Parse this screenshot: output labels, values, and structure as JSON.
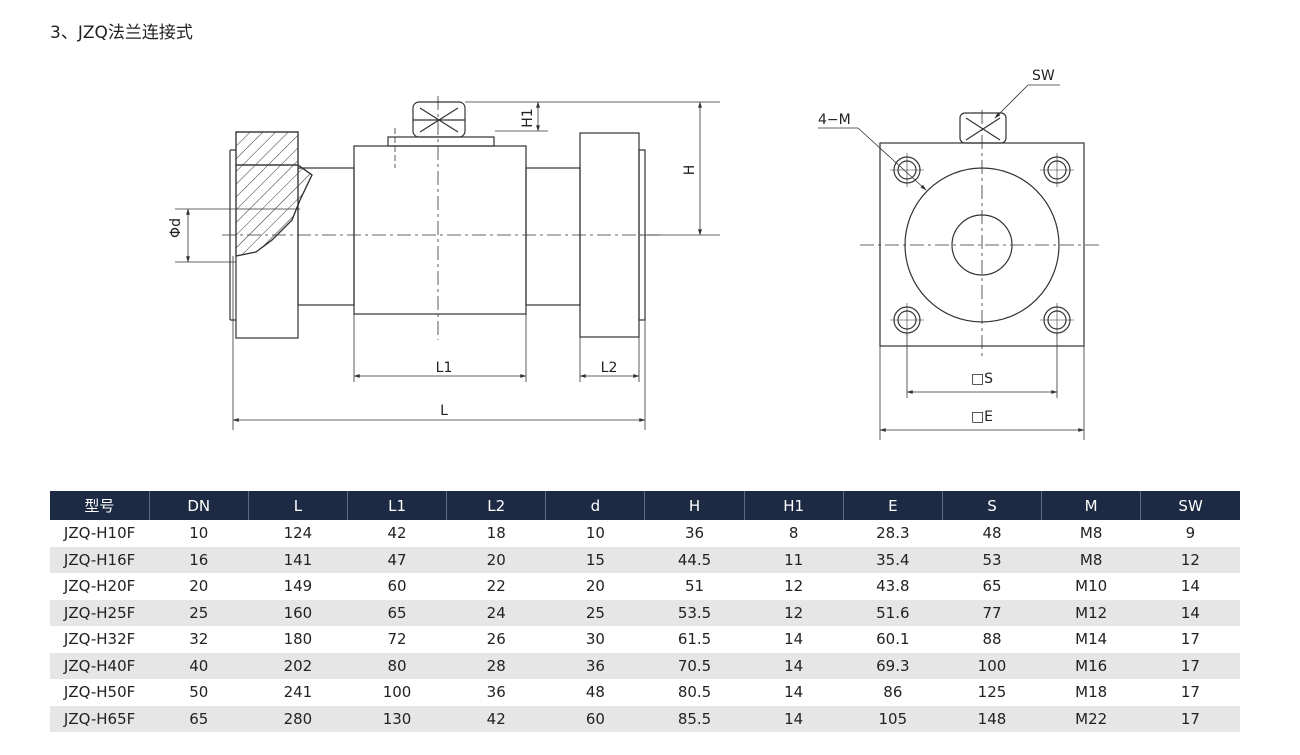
{
  "title": "3、JZQ法兰连接式",
  "drawing": {
    "labels": {
      "sw": "SW",
      "four_m": "4−M",
      "h1": "H1",
      "h": "H",
      "phi_d": "Φd",
      "l1": "L1",
      "l2": "L2",
      "l": "L",
      "s": "□S",
      "e": "□E"
    }
  },
  "table": {
    "headers": [
      "型号",
      "DN",
      "L",
      "L1",
      "L2",
      "d",
      "H",
      "H1",
      "E",
      "S",
      "M",
      "SW"
    ],
    "rows": [
      [
        "JZQ-H10F",
        "10",
        "124",
        "42",
        "18",
        "10",
        "36",
        "8",
        "28.3",
        "48",
        "M8",
        "9"
      ],
      [
        "JZQ-H16F",
        "16",
        "141",
        "47",
        "20",
        "15",
        "44.5",
        "11",
        "35.4",
        "53",
        "M8",
        "12"
      ],
      [
        "JZQ-H20F",
        "20",
        "149",
        "60",
        "22",
        "20",
        "51",
        "12",
        "43.8",
        "65",
        "M10",
        "14"
      ],
      [
        "JZQ-H25F",
        "25",
        "160",
        "65",
        "24",
        "25",
        "53.5",
        "12",
        "51.6",
        "77",
        "M12",
        "14"
      ],
      [
        "JZQ-H32F",
        "32",
        "180",
        "72",
        "26",
        "30",
        "61.5",
        "14",
        "60.1",
        "88",
        "M14",
        "17"
      ],
      [
        "JZQ-H40F",
        "40",
        "202",
        "80",
        "28",
        "36",
        "70.5",
        "14",
        "69.3",
        "100",
        "M16",
        "17"
      ],
      [
        "JZQ-H50F",
        "50",
        "241",
        "100",
        "36",
        "48",
        "80.5",
        "14",
        "86",
        "125",
        "M18",
        "17"
      ],
      [
        "JZQ-H65F",
        "65",
        "280",
        "130",
        "42",
        "60",
        "85.5",
        "14",
        "105",
        "148",
        "M22",
        "17"
      ]
    ]
  }
}
